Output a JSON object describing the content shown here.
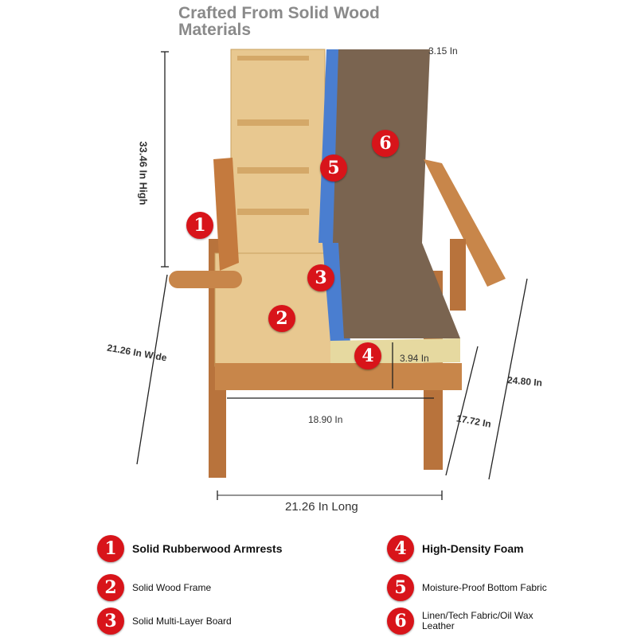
{
  "title": "Crafted From Solid Wood Materials",
  "dimensions": {
    "top_depth": "3.15 In",
    "height": "33.46 In High",
    "width": "21.26 In Wide",
    "foam": "3.94 In",
    "seat_width": "18.90 In",
    "seat_height": "17.72 In",
    "arm_height": "24.80 In",
    "length": "21.26 In Long"
  },
  "markers": [
    "1",
    "2",
    "3",
    "4",
    "5",
    "6"
  ],
  "legend": [
    {
      "num": "1",
      "label": "Solid Rubberwood Armrests"
    },
    {
      "num": "2",
      "label": "Solid Wood Frame"
    },
    {
      "num": "3",
      "label": "Solid Multi-Layer Board"
    },
    {
      "num": "4",
      "label": "High-Density Foam"
    },
    {
      "num": "5",
      "label": "Moisture-Proof Bottom Fabric"
    },
    {
      "num": "6",
      "label": "Linen/Tech Fabric/Oil Wax Leather"
    }
  ],
  "colors": {
    "badge": "#d8141a",
    "wood": "#c8864a",
    "pine": "#e8c890",
    "fabric": "#7a6450",
    "foam": "#e6d9a0",
    "blue": "#4a7ed0"
  }
}
